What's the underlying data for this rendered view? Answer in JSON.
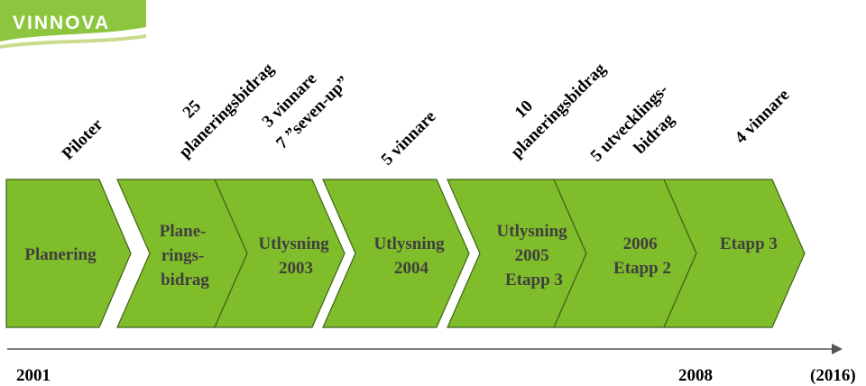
{
  "logo": {
    "text": "VINNOVA",
    "color": "#8cc63f"
  },
  "colors": {
    "chevron_fill": "#80bd2a",
    "chevron_stroke": "#3f6316",
    "chevron_text": "#3f3f3f"
  },
  "chevrons": [
    {
      "lines": [
        "Planering"
      ]
    },
    {
      "lines": [
        "Plane-",
        "rings-",
        "bidrag"
      ]
    },
    {
      "lines": [
        "Utlysning",
        "2003"
      ]
    },
    {
      "lines": [
        "Utlysning",
        "2004"
      ]
    },
    {
      "lines": [
        "Utlysning",
        "2005",
        "Etapp 3"
      ]
    },
    {
      "lines": [
        "2006",
        "Etapp 2"
      ]
    },
    {
      "lines": [
        "Etapp 3"
      ]
    }
  ],
  "annotations": [
    {
      "lines": [
        "Piloter"
      ]
    },
    {
      "lines": [
        "25",
        "planeringsbidrag"
      ]
    },
    {
      "lines": [
        "3 vinnare",
        "7 ”seven-up”"
      ]
    },
    {
      "lines": [
        "5 vinnare"
      ]
    },
    {
      "lines": [
        "10",
        "planeringsbidrag"
      ]
    },
    {
      "lines": [
        "5 utvecklings-",
        "bidrag"
      ]
    },
    {
      "lines": [
        "4 vinnare"
      ]
    }
  ],
  "timeline": {
    "start": "2001",
    "mid": "2008",
    "end": "(2016)"
  }
}
